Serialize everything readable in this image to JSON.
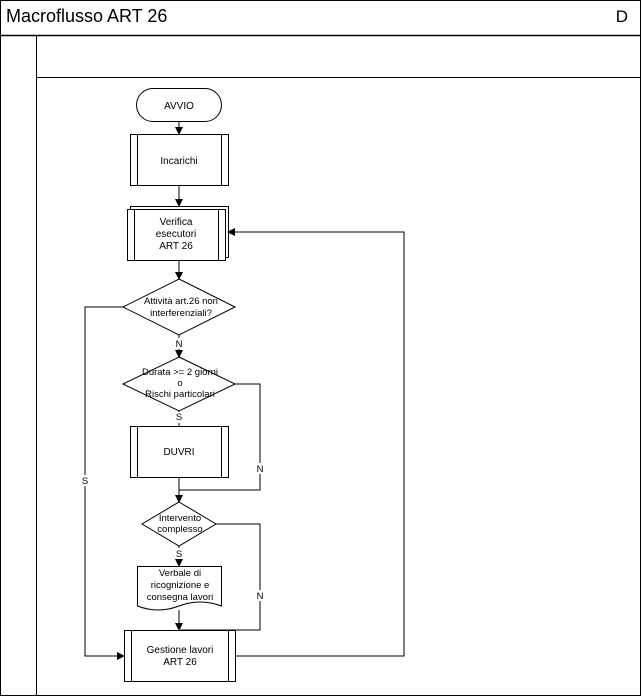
{
  "header": {
    "title": "Macroflusso ART 26",
    "letter": "D"
  },
  "nodes": {
    "start": "AVVIO",
    "incarichi": "Incarichi",
    "verifica": [
      "Verifica",
      "esecutori",
      "ART 26"
    ],
    "decision1": [
      "Attività art.26 non",
      "interferenziali?"
    ],
    "decision2": [
      "Durata >= 2 giorni",
      "o",
      "Rischi particolari"
    ],
    "duvri": "DUVRI",
    "decision3": [
      "Intervento",
      "complesso"
    ],
    "verbale": [
      "Verbale di",
      "ricognizione e",
      "consegna lavori"
    ],
    "gestione": [
      "Gestione lavori",
      "ART 26"
    ]
  },
  "edge_labels": {
    "d1_no": "N",
    "d1_yes": "S",
    "d2_yes": "S",
    "d2_no": "N",
    "d3_yes": "S",
    "d3_no": "N"
  }
}
